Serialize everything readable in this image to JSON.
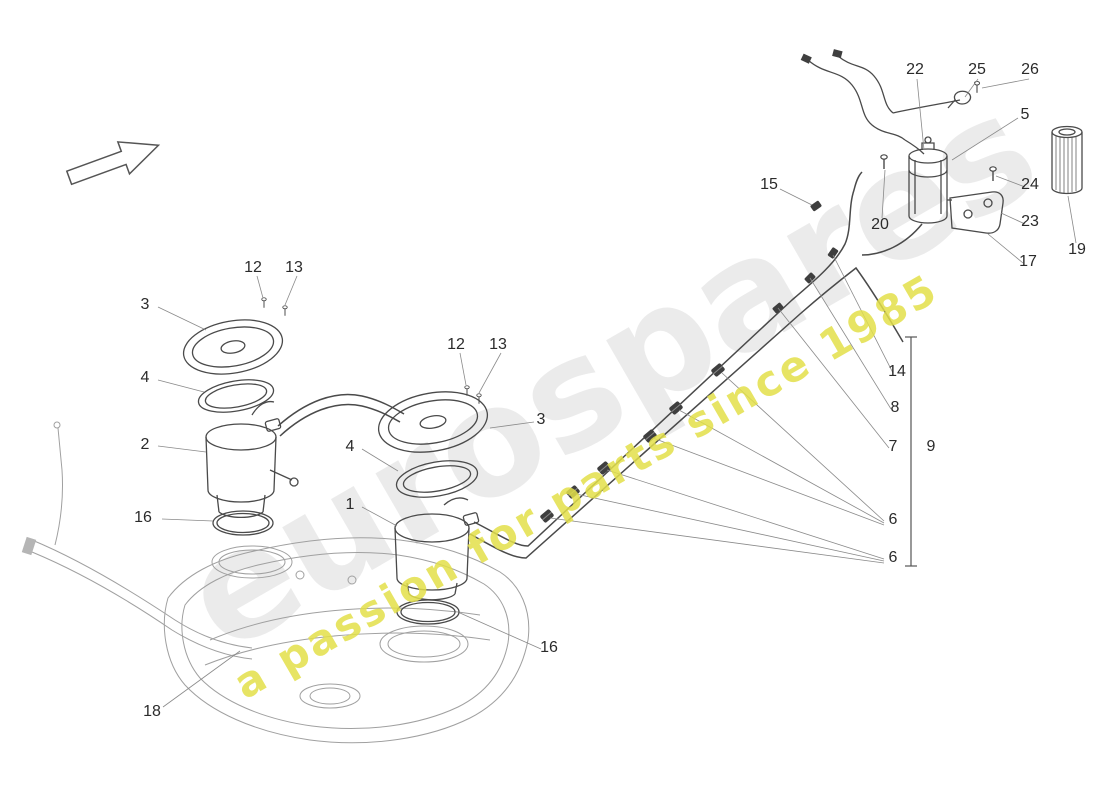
{
  "watermark": {
    "brand": "eurospares",
    "tagline": "a passion for parts since 1985"
  },
  "colors": {
    "part_line": "#4a4a4a",
    "tank_line": "#a0a0a0",
    "leader_line": "#8a8a8a",
    "watermark_gray": "#dcdcdc",
    "watermark_yellow": "#e3e04a",
    "callout_text": "#2b2b2b"
  },
  "callouts": [
    "3",
    "4",
    "2",
    "16",
    "12",
    "13",
    "12",
    "13",
    "3",
    "4",
    "1",
    "16",
    "18",
    "15",
    "20",
    "22",
    "25",
    "26",
    "5",
    "24",
    "23",
    "17",
    "19",
    "14",
    "8",
    "7",
    "9",
    "6",
    "6"
  ]
}
